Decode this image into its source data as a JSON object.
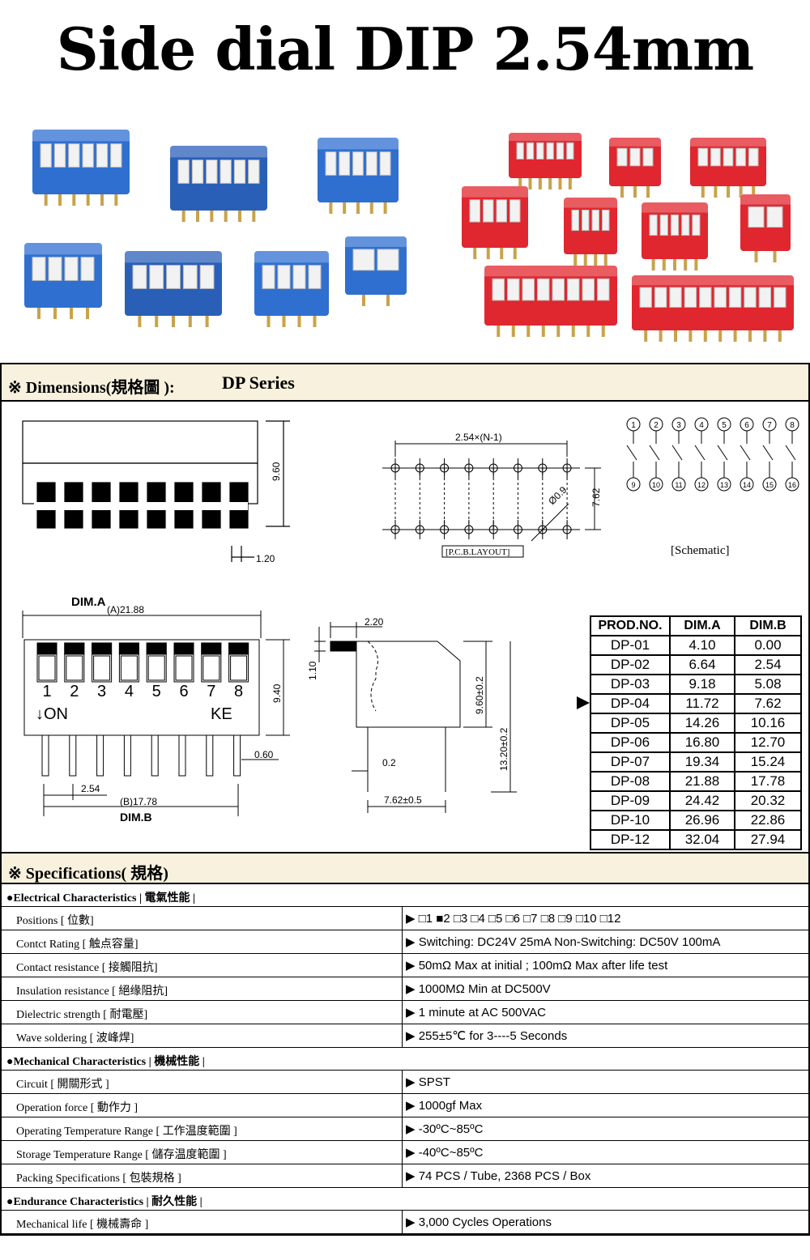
{
  "title": "Side dial DIP 2.54mm",
  "dimensions": {
    "header_label": "※ Dimensions(規格圖 ):",
    "series": "DP Series",
    "dims": {
      "height": "9.60",
      "pitch_thk": "1.20",
      "pcb_pitch": "2.54×(N-1)",
      "hole": "Ø0.9",
      "row_spacing": "7.62",
      "pcb_label": "[P.C.B.LAYOUT]",
      "schematic_label": "[Schematic]",
      "dim_a_title": "DIM.A",
      "dim_a": "(A)21.88",
      "side_height": "9.40",
      "pin_width": "0.60",
      "pitch": "2.54",
      "dim_b": "(B)17.78",
      "dim_b_title": "DIM.B",
      "side_top": "2.20",
      "side_left": "1.10",
      "side_h1": "9.60±0.2",
      "side_h2": "13.20±0.2",
      "side_pin": "0.2",
      "side_span": "7.62±0.5",
      "on_label": "ON",
      "ke_label": "KE",
      "switch_numbers": [
        "1",
        "2",
        "3",
        "4",
        "5",
        "6",
        "7",
        "8"
      ],
      "schematic_top": [
        "1",
        "2",
        "3",
        "4",
        "5",
        "6",
        "7",
        "8"
      ],
      "schematic_bottom": [
        "9",
        "10",
        "11",
        "12",
        "13",
        "14",
        "15",
        "16"
      ]
    },
    "table": {
      "headers": [
        "PROD.NO.",
        "DIM.A",
        "DIM.B"
      ],
      "rows": [
        [
          "DP-01",
          "4.10",
          "0.00"
        ],
        [
          "DP-02",
          "6.64",
          "2.54"
        ],
        [
          "DP-03",
          "9.18",
          "5.08"
        ],
        [
          "DP-04",
          "11.72",
          "7.62"
        ],
        [
          "DP-05",
          "14.26",
          "10.16"
        ],
        [
          "DP-06",
          "16.80",
          "12.70"
        ],
        [
          "DP-07",
          "19.34",
          "15.24"
        ],
        [
          "DP-08",
          "21.88",
          "17.78"
        ],
        [
          "DP-09",
          "24.42",
          "20.32"
        ],
        [
          "DP-10",
          "26.96",
          "22.86"
        ],
        [
          "DP-12",
          "32.04",
          "27.94"
        ]
      ]
    }
  },
  "specs": {
    "header": "※ Specifications( 規格)",
    "rows": [
      {
        "type": "sec",
        "k": "●Electrical Characteristics | 電氣性能 |"
      },
      {
        "k": "Positions [ 位數]",
        "v": "▶ □1  ■2  □3  □4  □5  □6  □7  □8  □9  □10  □12"
      },
      {
        "k": "Contct Rating [ 触点容量]",
        "v": "▶ Switching: DC24V 25mA     Non-Switching: DC50V 100mA"
      },
      {
        "k": "Contact resistance  [ 接觸阻抗]",
        "v": "▶ 50mΩ Max at initial ;  100mΩ Max after life test"
      },
      {
        "k": "Insulation resistance  [ 絕缘阻抗]",
        "v": "▶ 1000MΩ Min at DC500V"
      },
      {
        "k": "Dielectric strength  [ 耐電壓]",
        "v": "▶ 1 minute at AC 500VAC"
      },
      {
        "k": "Wave soldering  [ 波峰焊]",
        "v": "▶ 255±5℃ for 3----5 Seconds"
      },
      {
        "type": "sec",
        "k": "●Mechanical Characteristics | 機械性能 |"
      },
      {
        "k": "Circuit  [ 開關形式 ]",
        "v": "▶ SPST"
      },
      {
        "k": "Operation force  [ 動作力 ]",
        "v": "▶ 1000gf  Max"
      },
      {
        "k": "Operating Temperature Range  [ 工作温度範圍 ]",
        "v": "▶ -30ºC~85ºC"
      },
      {
        "k": "Storage Temperature Range  [ 儲存温度範圍 ]",
        "v": "▶ -40ºC~85ºC"
      },
      {
        "k": "Packing Specifications  [ 包裝規格 ]",
        "v": "▶ 74 PCS / Tube,  2368 PCS / Box"
      },
      {
        "type": "sec",
        "k": "●Endurance Characteristics | 耐久性能 |"
      },
      {
        "k": "Mechanical life  [ 機械壽命 ]",
        "v": "▶ 3,000 Cycles Operations"
      }
    ]
  },
  "colors": {
    "blue": "#2f6fd0",
    "red": "#e0262e",
    "header_bg": "#f7f1dd"
  }
}
